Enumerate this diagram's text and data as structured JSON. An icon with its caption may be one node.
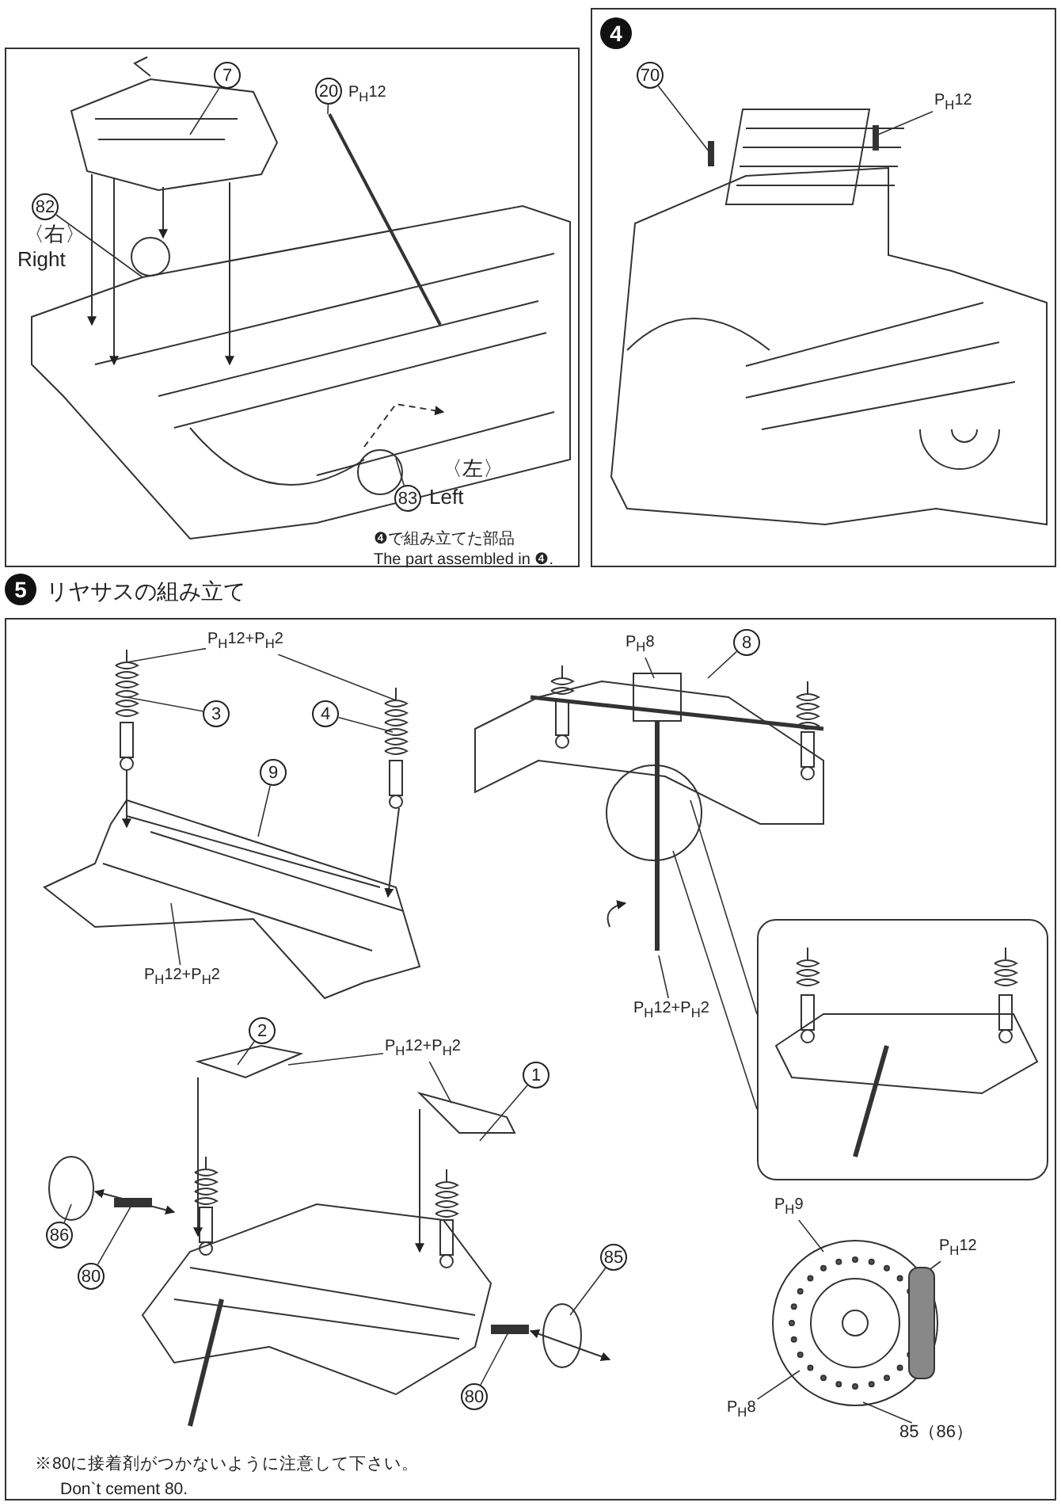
{
  "diagram": {
    "nodes": [
      {
        "text": [],
        "shape": "box"
      },
      {
        "text": [
          "4"
        ]
      },
      {
        "text": [
          "5",
          "リヤサスの組み立て"
        ]
      },
      {
        "text": [],
        "shape": "box",
        "in": 2
      },
      {
        "text": [
          "7"
        ],
        "in": 0
      },
      {
        "text": [
          "20",
          "P$_{H}$12"
        ],
        "in": 0
      },
      {
        "text": [
          "82",
          "〈右〉",
          "Right"
        ],
        "in": 0
      },
      {
        "text": [
          "〈左〉",
          "83",
          "Left"
        ],
        "in": 0
      },
      {
        "text": [
          "70"
        ],
        "in": 1
      },
      {
        "text": [
          "P$_{H}$12"
        ],
        "in": 1
      },
      {
        "text": [
          "P$_{H}$12+P$_{H}$2"
        ],
        "in": 2
      },
      {
        "text": [
          "3"
        ],
        "in": 2
      },
      {
        "text": [
          "4"
        ],
        "in": 2
      },
      {
        "text": [
          "9"
        ],
        "in": 2
      },
      {
        "text": [
          "P$_{H}$12+P$_{H}$2"
        ],
        "in": 2
      },
      {
        "text": [
          "P$_{H}$8"
        ],
        "in": 2
      },
      {
        "text": [
          "8"
        ],
        "in": 2
      },
      {
        "text": [
          "P$_{H}$12+P$_{H}$2"
        ],
        "in": 2
      },
      {
        "text": [
          "2"
        ],
        "in": 2
      },
      {
        "text": [
          "P$_{H}$12+P$_{H}$2"
        ],
        "in": 2
      },
      {
        "text": [
          "1"
        ],
        "in": 2
      },
      {
        "text": [
          "86"
        ],
        "in": 2
      },
      {
        "text": [
          "80"
        ],
        "in": 2
      },
      {
        "text": [
          "85"
        ],
        "in": 2
      },
      {
        "text": [
          "80"
        ],
        "in": 2
      },
      {
        "text": [
          "P$_{H}$9"
        ],
        "in": 2
      },
      {
        "text": [
          "P$_{H}$12"
        ],
        "in": 2
      },
      {
        "text": [
          "P$_{H}$8"
        ],
        "in": 2
      },
      {
        "text": [
          "85（86）"
        ],
        "in": 2
      },
      {
        "text": [],
        "shape": "picture",
        "in": 2
      },
      {
        "text": [],
        "shape": "picture",
        "in": 2
      },
      {
        "text": [],
        "shape": "picture",
        "in": 1
      },
      {
        "text": [],
        "shape": "picture",
        "in": 2
      },
      {
        "text": [],
        "shape": "picture",
        "in": 2
      },
      {
        "text": [],
        "shape": "picture",
        "in": 2
      }
    ],
    "edges": [
      {
        "from": 4,
        "to": null,
        "arrow": "none"
      },
      {
        "from": 5,
        "to": null,
        "arrow": "none"
      },
      {
        "from": 6,
        "to": null,
        "arrow": "none"
      },
      {
        "from": 7,
        "to": null,
        "arrow": "none"
      },
      {
        "from": 8,
        "to": 31,
        "arrow": "none"
      },
      {
        "from": 9,
        "to": 31,
        "arrow": "none"
      },
      {
        "from": 10,
        "to": 32,
        "arrow": "none"
      },
      {
        "from": 10,
        "to": 33,
        "arrow": "none"
      },
      {
        "from": 11,
        "to": 32,
        "arrow": "none"
      },
      {
        "from": 12,
        "to": 33,
        "arrow": "none"
      },
      {
        "from": 13,
        "to": 34,
        "arrow": "none"
      },
      {
        "from": 14,
        "to": 34,
        "arrow": "none"
      },
      {
        "from": 15,
        "to": 30,
        "arrow": "none"
      },
      {
        "from": 16,
        "to": 30,
        "arrow": "none"
      },
      {
        "from": 17,
        "to": 30,
        "arrow": "none"
      },
      {
        "from": 18,
        "to": null,
        "arrow": "none"
      },
      {
        "from": 19,
        "to": null,
        "arrow": "none"
      },
      {
        "from": 19,
        "to": null,
        "arrow": "none"
      },
      {
        "from": 20,
        "to": null,
        "arrow": "none"
      },
      {
        "from": 21,
        "to": null,
        "arrow": "none"
      },
      {
        "from": 22,
        "to": null,
        "arrow": "none"
      },
      {
        "from": 23,
        "to": null,
        "arrow": "none"
      },
      {
        "from": 24,
        "to": null,
        "arrow": "none"
      },
      {
        "from": 25,
        "to": 29,
        "arrow": "none"
      },
      {
        "from": 26,
        "to": 29,
        "arrow": "none"
      },
      {
        "from": 27,
        "to": 29,
        "arrow": "none"
      },
      {
        "from": 28,
        "to": 29,
        "arrow": "none"
      },
      {
        "from": 30,
        "to": 3,
        "arrow": "none"
      },
      {
        "from": 30,
        "to": 3,
        "arrow": "none"
      },
      {
        "from": 32,
        "to": 34,
        "arrow": "to"
      },
      {
        "from": 33,
        "to": 34,
        "arrow": "to"
      }
    ],
    "labels": [
      "❹で組み立てた部品",
      "The part assembled in ❹.",
      "※80に接着剤がつかないように注意して下さい。",
      "Don`t cement 80."
    ]
  }
}
